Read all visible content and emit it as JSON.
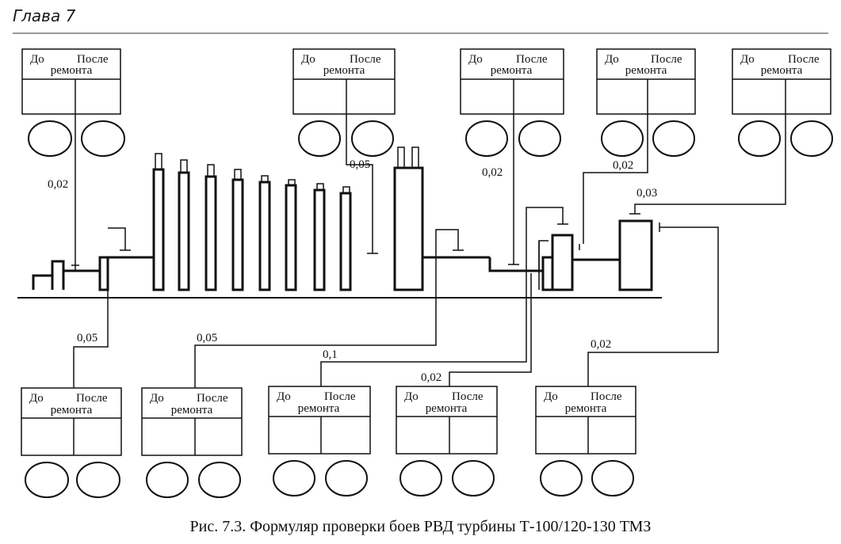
{
  "header": {
    "chapter": "Глава 7"
  },
  "form_labels": {
    "before": "До",
    "after": "После",
    "repair": "ремонта"
  },
  "top_values": [
    "0,02",
    "0,05",
    "0,02",
    "0,02",
    "0,03"
  ],
  "bottom_values": [
    "0,05",
    "0,05",
    "0,1",
    "0,02",
    "0,02"
  ],
  "caption": "Рис. 7.3. Формуляр проверки боев РВД турбины Т-100/120-130 ТМЗ"
}
